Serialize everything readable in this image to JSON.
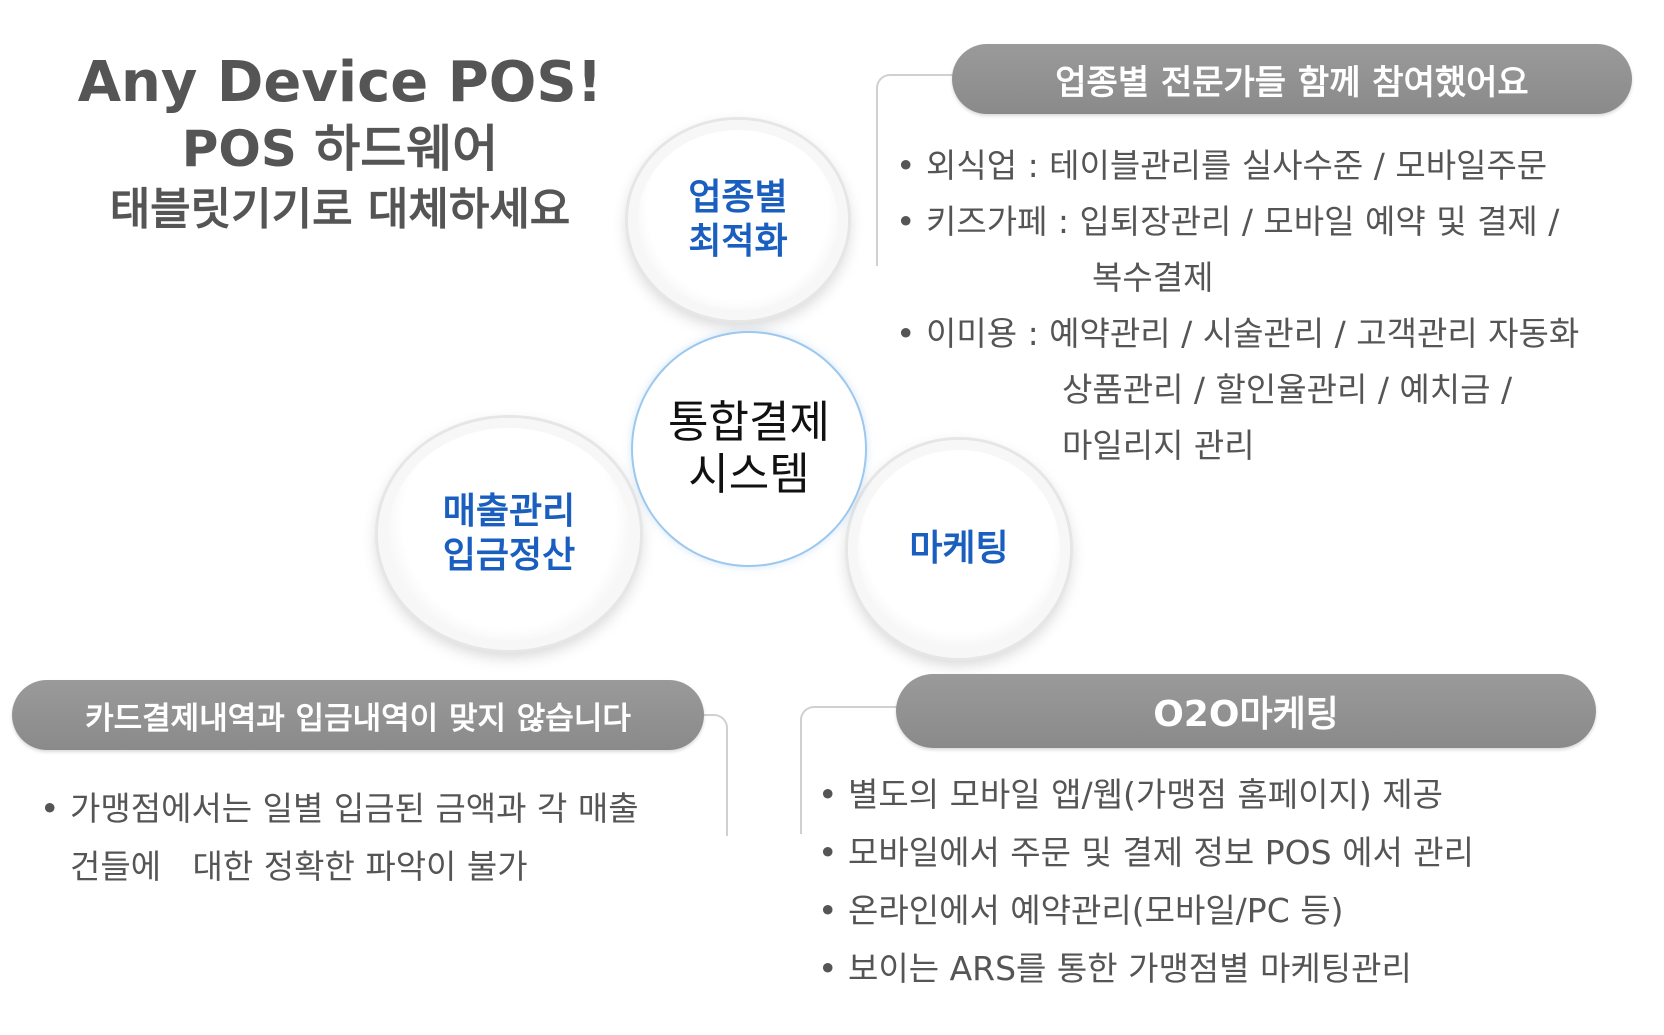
{
  "headline": {
    "line1": "Any Device POS!",
    "line2": "POS 하드웨어",
    "line3": "태블릿기기로 대체하세요"
  },
  "center": {
    "line1": "통합결제",
    "line2": "시스템"
  },
  "circles": {
    "industry": {
      "line1": "업종별",
      "line2": "최적화"
    },
    "sales": {
      "line1": "매출관리",
      "line2": "입금정산"
    },
    "marketing": {
      "line1": "마케팅"
    }
  },
  "panels": {
    "experts": {
      "title": "업종별 전문가들 함께 참여했어요",
      "items": [
        {
          "bullet": "•",
          "text": "외식업 :  테이블관리를 실사수준 / 모바일주문"
        },
        {
          "bullet": "•",
          "text": "키즈가페 : 입퇴장관리 / 모바일 예약 및 결제 /",
          "cont": "복수결제"
        },
        {
          "bullet": "•",
          "text": "이미용 : 예약관리 / 시술관리 / 고객관리 자동화",
          "cont": "상품관리 / 할인율관리 / 예치금 /",
          "cont2": "마일리지 관리"
        }
      ]
    },
    "settlement": {
      "title": "카드결제내역과 입금내역이 맞지 않습니다",
      "items": [
        {
          "bullet": "•",
          "text": "가맹점에서는 일별 입금된 금액과 각 매출",
          "cont": "건들에   대한 정확한 파악이 불가"
        }
      ]
    },
    "o2o": {
      "title": "O2O마케팅",
      "items": [
        {
          "bullet": "•",
          "text": "별도의 모바일 앱/웹(가맹점 홈페이지) 제공"
        },
        {
          "bullet": "•",
          "text": "모바일에서 주문 및 결제 정보 POS 에서 관리"
        },
        {
          "bullet": "•",
          "text": "온라인에서  예약관리(모바일/PC 등)"
        },
        {
          "bullet": "•",
          "text": "보이는 ARS를 통한 가맹점별 마케팅관리"
        }
      ]
    }
  }
}
